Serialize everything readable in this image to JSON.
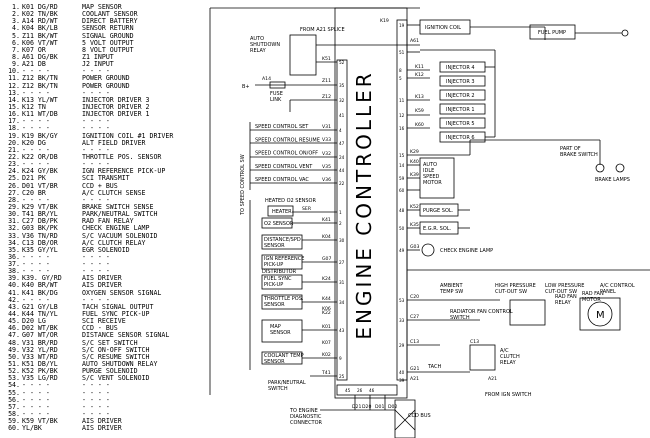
{
  "pins": [
    {
      "n": "1.",
      "code": "K01 DG/RD",
      "func": "MAP SENSOR"
    },
    {
      "n": "2.",
      "code": "K02 TN/BK",
      "func": "COOLANT SENSOR"
    },
    {
      "n": "3.",
      "code": "A14 RD/WT",
      "func": "DIRECT BATTERY"
    },
    {
      "n": "4.",
      "code": "K04 BK/LB",
      "func": "SENSOR RETURN"
    },
    {
      "n": "5.",
      "code": "Z11 BK/WT",
      "func": "SIGNAL GROUND"
    },
    {
      "n": "6.",
      "code": "K06 VT/WT",
      "func": "5 VOLT OUTPUT"
    },
    {
      "n": "7.",
      "code": "K07 OR",
      "func": "8 VOLT OUTPUT"
    },
    {
      "n": "8.",
      "code": "A61 DG/BK",
      "func": "Z1 INPUT"
    },
    {
      "n": "9.",
      "code": "A21 DB",
      "func": "J2 INPUT"
    },
    {
      "n": "10.",
      "code": "- - - -",
      "func": "- - - -"
    },
    {
      "n": "11.",
      "code": "Z12 BK/TN",
      "func": "POWER GROUND"
    },
    {
      "n": "12.",
      "code": "Z12 BK/TN",
      "func": "POWER GROUND"
    },
    {
      "n": "13.",
      "code": "- - - -",
      "func": "- - - -"
    },
    {
      "n": "14.",
      "code": "K13 YL/WT",
      "func": "INJECTOR DRIVER 3"
    },
    {
      "n": "15.",
      "code": "K12 TN",
      "func": "INJECTOR DRIVER 2"
    },
    {
      "n": "16.",
      "code": "K11 WT/DB",
      "func": "INJECTOR DRIVER 1"
    },
    {
      "n": "17.",
      "code": "- - - -",
      "func": "- - - -"
    },
    {
      "n": "18.",
      "code": "- - - -",
      "func": "- - - -"
    },
    {
      "n": "19.",
      "code": "K19 BK/GY",
      "func": "IGNITION COIL #1 DRIVER"
    },
    {
      "n": "20.",
      "code": "K20 DG",
      "func": "ALT FIELD DRIVER"
    },
    {
      "n": "21.",
      "code": "- - - -",
      "func": "- - - -"
    },
    {
      "n": "22.",
      "code": "K22 OR/DB",
      "func": "THROTTLE POS. SENSOR"
    },
    {
      "n": "23.",
      "code": "- - - -",
      "func": "- - - -"
    },
    {
      "n": "24.",
      "code": "K24 GY/BK",
      "func": "IGN REFERENCE PICK-UP"
    },
    {
      "n": "25.",
      "code": "D21 PK",
      "func": "SCI TRANSMIT"
    },
    {
      "n": "26.",
      "code": "D01 VT/BR",
      "func": "CCD + BUS"
    },
    {
      "n": "27.",
      "code": "C20 BR",
      "func": "A/C CLUTCH SENSE"
    },
    {
      "n": "28.",
      "code": "- - - -",
      "func": "- - - -"
    },
    {
      "n": "29.",
      "code": "K29 VT/BK",
      "func": "BRAKE SWITCH SENSE"
    },
    {
      "n": "30.",
      "code": "T41 BR/YL",
      "func": "PARK/NEUTRAL SWITCH"
    },
    {
      "n": "31.",
      "code": "C27 DB/PK",
      "func": "RAD FAN RELAY"
    },
    {
      "n": "32.",
      "code": "G03 BK/PK",
      "func": "CHECK ENGINE LAMP"
    },
    {
      "n": "33.",
      "code": "V36 TN/RD",
      "func": "S/C VACUUM SOLENOID"
    },
    {
      "n": "34.",
      "code": "C13 DB/OR",
      "func": "A/C CLUTCH RELAY"
    },
    {
      "n": "35.",
      "code": "K35 GY/YL",
      "func": "EGR SOLENOID"
    },
    {
      "n": "36.",
      "code": "- - - -",
      "func": "- - - -"
    },
    {
      "n": "37.",
      "code": "- - - -",
      "func": "- - - -"
    },
    {
      "n": "38.",
      "code": "- - - -",
      "func": "- - - -"
    },
    {
      "n": "39.",
      "code": "K39. GY/RD",
      "func": "AIS DRIVER"
    },
    {
      "n": "40.",
      "code": "K40 BR/WT",
      "func": "AIS DRIVER"
    },
    {
      "n": "41.",
      "code": "K41 BK/DG",
      "func": "OXYGEN SENSOR SIGNAL"
    },
    {
      "n": "42.",
      "code": "- - - -",
      "func": "- - - -"
    },
    {
      "n": "43.",
      "code": "G21 GY/LB",
      "func": "TACH SIGNAL OUTPUT"
    },
    {
      "n": "44.",
      "code": "K44 TN/YL",
      "func": "FUEL SYNC PICK-UP"
    },
    {
      "n": "45.",
      "code": "D20 LG",
      "func": "SCI RECEIVE"
    },
    {
      "n": "46.",
      "code": "D02 WT/BK",
      "func": "CCD - BUS"
    },
    {
      "n": "47.",
      "code": "G07 WT/OR",
      "func": "DISTANCE SENSOR SIGNAL"
    },
    {
      "n": "48.",
      "code": "V31 BR/RD",
      "func": "S/C SET SWITCH"
    },
    {
      "n": "49.",
      "code": "V32 YL/RD",
      "func": "S/C ON-OFF SWITCH"
    },
    {
      "n": "50.",
      "code": "V33 WT/RD",
      "func": "S/C RESUME SWITCH"
    },
    {
      "n": "51.",
      "code": "K51 DB/YL",
      "func": "AUTO SHUTDOWN RELAY"
    },
    {
      "n": "52.",
      "code": "K52 PK/BK",
      "func": "PURGE SOLENOID"
    },
    {
      "n": "53.",
      "code": "V35 LG/RD",
      "func": "S/C VENT SOLENOID"
    },
    {
      "n": "54.",
      "code": "- - - -",
      "func": "- - - -"
    },
    {
      "n": "55.",
      "code": "- - - -",
      "func": "- - - -"
    },
    {
      "n": "56.",
      "code": "- - - -",
      "func": "- - - -"
    },
    {
      "n": "57.",
      "code": "- - - -",
      "func": "- - - -"
    },
    {
      "n": "58.",
      "code": "- - - -",
      "func": "- - - -"
    },
    {
      "n": "59.",
      "code": "K59 VT/BK",
      "func": "AIS DRIVER"
    },
    {
      "n": "60.",
      "code": "YL/BK",
      "func": "AIS DRIVER"
    }
  ],
  "controller": {
    "title": "ENGINE CONTROLLER"
  },
  "labels": {
    "from_a21_splice": "FROM A21 SPLICE",
    "auto_shutdown_relay": [
      "AUTO",
      "SHUTDOWN",
      "RELAY"
    ],
    "ignition_coil": "IGNITION COIL",
    "fuel_pump": "FUEL PUMP",
    "b_plus": "B+",
    "fuse_link": [
      "FUSE",
      "LINK"
    ],
    "injectors": [
      "INJECTOR 4",
      "INJECTOR 3",
      "INJECTOR 2",
      "INJECTOR 1",
      "INJECTOR 5",
      "INJECTOR 6"
    ],
    "speed_control_sw": "TO SPEED CONTROL SW",
    "speed_control": [
      "SPEED CONTROL SET",
      "SPEED CONTROL RESUME",
      "SPEED CONTROL ON/OFF",
      "SPEED CONTROL VENT",
      "SPEED CONTROL VAC"
    ],
    "part_of_brake_switch": [
      "PART OF",
      "BRAKE SWITCH"
    ],
    "brake_lamps": "BRAKE LAMPS",
    "ais_motor": [
      "AUTO",
      "IDLE",
      "SPEED",
      "MOTOR"
    ],
    "purge_sol": "PURGE SOL.",
    "egr_sol": "E.G.R. SOL.",
    "heated_o2": "HEATED O2 SENSOR",
    "heater": "HEATER",
    "o2_sensor": "O2 SENSOR",
    "distance_sensor": [
      "DISTANCE/SPD",
      "SENSOR"
    ],
    "ign_reference": [
      "IGN REFERENCE",
      "PICK-UP"
    ],
    "distributor": "DISTRIBUTOR",
    "fuel_sync": [
      "FUEL SYNC",
      "PICK-UP"
    ],
    "throttle_position": [
      "THROTTLE POS.",
      "SENSOR"
    ],
    "map_sensor": [
      "MAP",
      "SENSOR"
    ],
    "coolant_temp": [
      "COOLANT TEMP",
      "SENSOR"
    ],
    "park_neutral": [
      "PARK/NEUTRAL",
      "SWITCH"
    ],
    "check_engine_lamp": "CHECK ENGINE LAMP",
    "ambient_temp": [
      "AMBIENT",
      "TEMP SW"
    ],
    "high_pressure": [
      "HIGH PRESSURE",
      "CUT-OUT SW"
    ],
    "low_pressure": [
      "LOW PRESSURE",
      "CUT-OUT SW"
    ],
    "ac_control_panel": [
      "A/C CONTROL",
      "PANEL"
    ],
    "radiator_fan_control": [
      "RADIATOR FAN CONTROL",
      "SWITCH"
    ],
    "rad_fan_relay": [
      "RAD FAN",
      "RELAY"
    ],
    "rad_fan_motor": [
      "RAD FAN",
      "MOTOR"
    ],
    "motor_m": "M",
    "ac_clutch_relay": [
      "A/C",
      "CLUTCH",
      "RELAY"
    ],
    "tach": "TACH",
    "from_ign_switch": "FROM IGN SWITCH",
    "to_engine_diag": [
      "TO ENGINE",
      "DIAGNOSTIC",
      "CONNECTOR"
    ],
    "ccd_bus": "CCD BUS"
  },
  "circuits": {
    "k19": "K19",
    "a61": "A61",
    "k51": "K51",
    "z11": "Z11",
    "z12": "Z12",
    "k11": "K11",
    "k12": "K12",
    "k13": "K13",
    "k59": "K59",
    "k60": "K60",
    "v31": "V31",
    "v33": "V33",
    "v32": "V32",
    "v35": "V35",
    "v36": "V36",
    "k29": "K29",
    "k40": "K40",
    "k39": "K39",
    "k52": "K52",
    "k35": "K35",
    "g03": "G03",
    "k41": "K41",
    "k04": "K04",
    "g07": "G07",
    "k24": "K24",
    "k44": "K44",
    "k22": "K22",
    "k01": "K01",
    "k02": "K02",
    "t41": "T41",
    "c20": "C20",
    "c27": "C27",
    "c13": "C13",
    "g21": "G21",
    "a21": "A21",
    "d21": "D21",
    "d20": "D20",
    "d01": "D01",
    "d02": "D02",
    "k06": "K06",
    "k07": "K07",
    "a14": "A14",
    "ser": "SER",
    "a21r": "A21",
    "c13b": "C13"
  },
  "pin_tags": [
    "19",
    "51",
    "8",
    "5",
    "11",
    "12",
    "16",
    "15",
    "14",
    "59",
    "60",
    "48",
    "50",
    "49",
    "53",
    "33",
    "29",
    "40",
    "39",
    "52",
    "35",
    "32",
    "41",
    "4",
    "47",
    "24",
    "44",
    "22",
    "1",
    "2",
    "30",
    "27",
    "31",
    "34",
    "43",
    "9",
    "25",
    "45",
    "26",
    "46"
  ],
  "colors": {
    "line": "#000000",
    "background": "#ffffff"
  }
}
